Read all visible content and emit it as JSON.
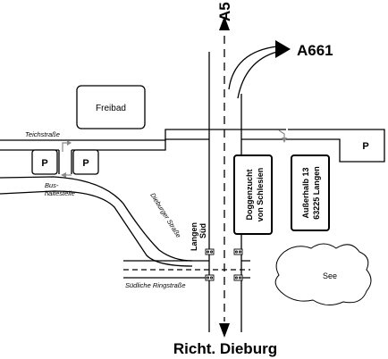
{
  "labels": {
    "highway_top": "A5",
    "highway_exit": "A661",
    "freibad": "Freibad",
    "teichstrasse": "Teichstraße",
    "parking": "P",
    "bushaltestelle_line1": "Bus-",
    "bushaltestelle_line2": "haltestelle",
    "dieburger_strasse": "Dieburger Straße",
    "langen_sued_line1": "Langen",
    "langen_sued_line2": "Süd",
    "suedliche_ringstrasse": "Südliche Ringstraße",
    "see": "See",
    "doggenzucht_line1": "Doggenzucht",
    "doggenzucht_line2": "von Schlesien",
    "address_line1": "Außerhalb 13",
    "address_line2": "63225 Langen",
    "direction_bottom": "Richt. Dieburg"
  },
  "colors": {
    "road": "#000000",
    "background": "#ffffff",
    "arrow_gray": "#888888"
  },
  "icons": [
    "parking-sign",
    "traffic-light-icon",
    "direction-arrow-icon"
  ]
}
